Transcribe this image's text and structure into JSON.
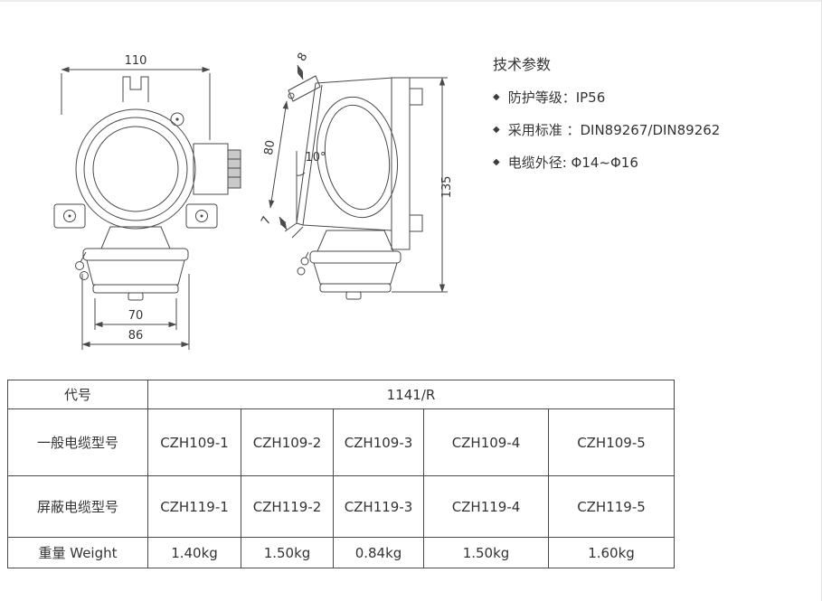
{
  "specs": {
    "title": "技术参数",
    "bullet": "◆",
    "items": [
      "防护等级：IP56",
      "采用标准 ：DIN89267/DIN89262",
      "电缆外径: Φ14~Φ16"
    ]
  },
  "drawing": {
    "front": {
      "dim_width": "110",
      "dim_base_inner": "70",
      "dim_base_outer": "86"
    },
    "side": {
      "dim_cap_thickness": "8",
      "dim_face_length": "80",
      "tilt_angle": "10°",
      "dim_gap": "7",
      "dim_height": "135"
    }
  },
  "table": {
    "code_label": "代号",
    "code_value": "1141/R",
    "rows": [
      {
        "label": "一般电缆型号",
        "values": [
          "CZH109-1",
          "CZH109-2",
          "CZH109-3",
          "CZH109-4",
          "CZH109-5"
        ]
      },
      {
        "label": "屏蔽电缆型号",
        "values": [
          "CZH119-1",
          "CZH119-2",
          "CZH119-3",
          "CZH119-4",
          "CZH119-5"
        ]
      },
      {
        "label": "重量 Weight",
        "values": [
          "1.40kg",
          "1.50kg",
          "0.84kg",
          "1.50kg",
          "1.60kg"
        ]
      }
    ]
  }
}
